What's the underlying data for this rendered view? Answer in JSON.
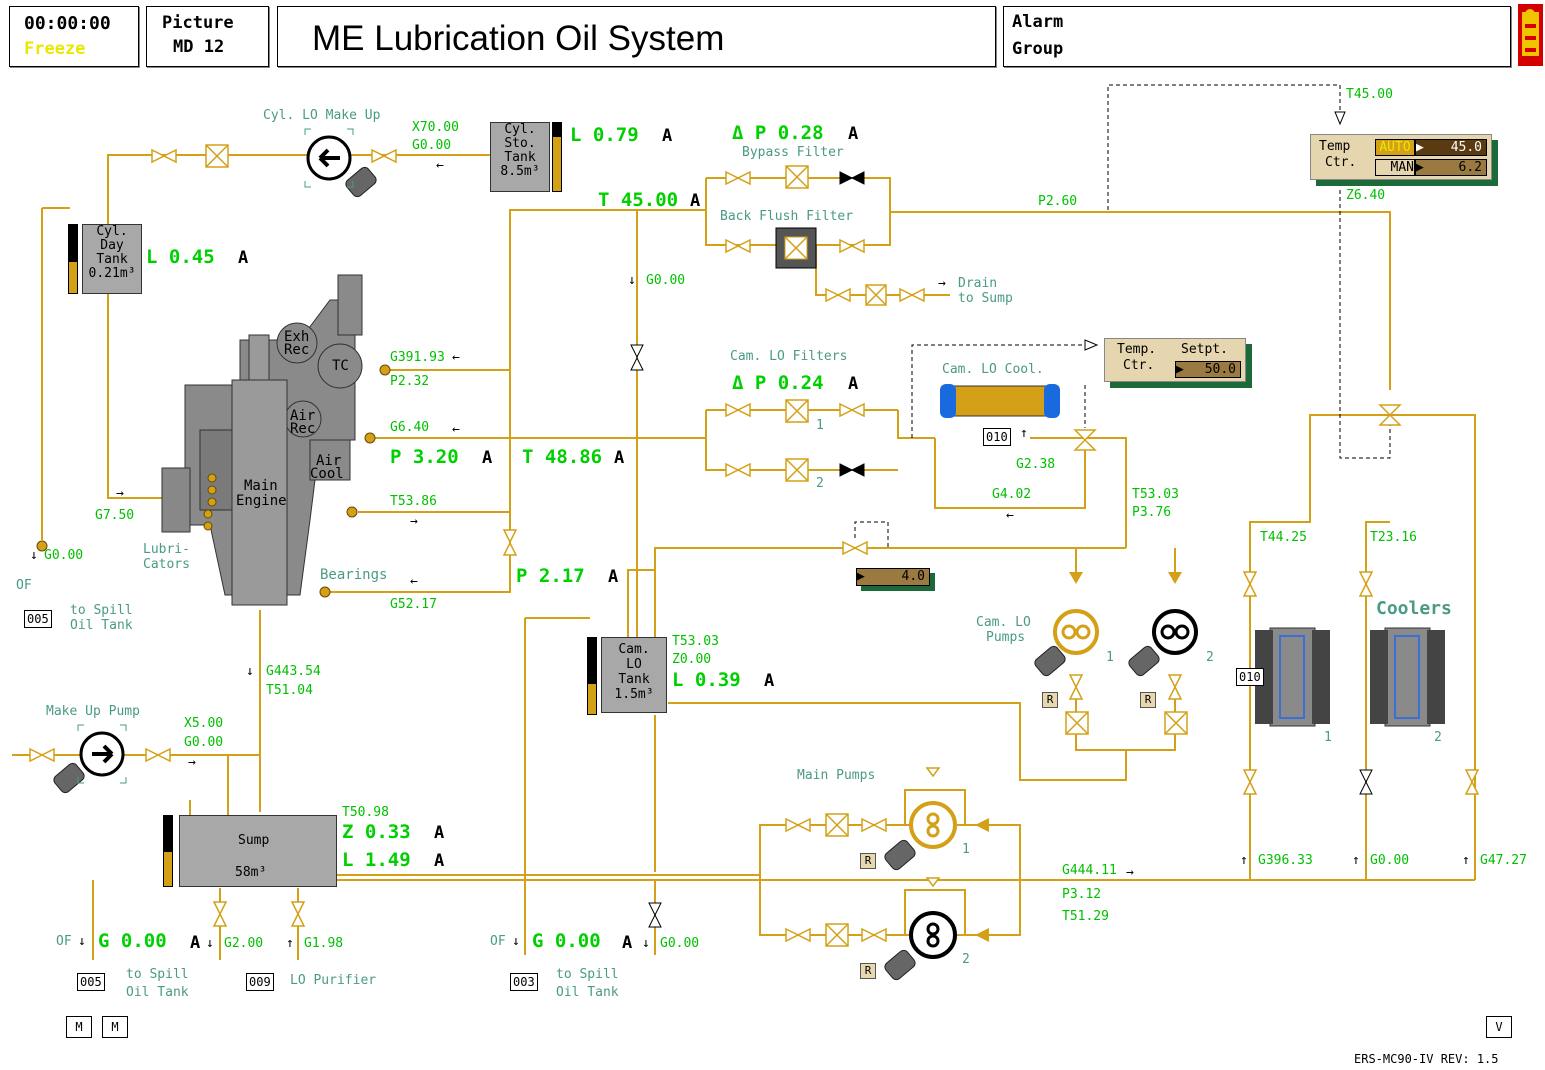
{
  "header": {
    "clock": "00:00:00",
    "freeze": "Freeze",
    "picture_label": "Picture",
    "picture_id": "MD 12",
    "title": "ME Lubrication Oil System",
    "alarm_line1": "Alarm",
    "alarm_line2": "Group",
    "logo_icon": "crest-icon"
  },
  "colors": {
    "pipe": "#d4a017",
    "value": "#00d000",
    "label": "#4a9a86",
    "shadow": "#1c6a3a"
  },
  "cyl_lo": {
    "makeup_label": "Cyl. LO Make Up",
    "makeup_x": "X70.00",
    "makeup_g": "G0.00",
    "sto_tank": [
      "Cyl.",
      "Sto.",
      "Tank",
      "8.5m³"
    ],
    "sto_level": "L 0.79",
    "sto_level_frac": 0.79,
    "sto_flag": "A",
    "day_tank": [
      "Cyl.",
      "Day",
      "Tank",
      "0.21m³"
    ],
    "day_level": "L 0.45",
    "day_level_frac": 0.45,
    "day_flag": "A",
    "lubricators_g": "G7.50",
    "lubricators_label1": "Lubri-",
    "lubricators_label2": "Cators",
    "day_drain_g": "G0.00",
    "of": "OF",
    "spill_id": "005",
    "spill_label1": "to Spill",
    "spill_label2": "Oil Tank"
  },
  "filters": {
    "dp": "Δ P 0.28",
    "dp_flag": "A",
    "bypass_label": "Bypass Filter",
    "back_flush_label": "Back Flush Filter",
    "t_in": "T 45.00",
    "t_in_flag": "A",
    "p_out": "P2.60",
    "g_drop": "G0.00",
    "drain_label1": "Drain",
    "drain_label2": "to Sump"
  },
  "temp_ctr_main": {
    "setpoint_tag": "T45.00",
    "label1": "Temp",
    "label2": "Ctr.",
    "auto_label": "AUTO",
    "auto_value": "45.0",
    "man_label": "MAN",
    "man_value": "6.2",
    "z": "Z6.40"
  },
  "engine": {
    "label1": "Main",
    "label2": "Engine",
    "tc": "TC",
    "exh1": "Exh",
    "exh2": "Rec",
    "air1": "Air",
    "air2": "Rec",
    "cool1": "Air",
    "cool2": "Cool",
    "tc_g": "G391.93",
    "tc_p": "P2.32",
    "inlet_g": "G6.40",
    "inlet_p": "P 3.20",
    "inlet_p_flag": "A",
    "inlet_t": "T 48.86",
    "inlet_t_flag": "A",
    "outlet_t": "T53.86",
    "bearings_label": "Bearings",
    "bearings_g": "G52.17",
    "bearings_p": "P 2.17",
    "bearings_p_flag": "A",
    "sump_g": "G443.54",
    "sump_t": "T51.04"
  },
  "cam": {
    "filters_label": "Cam. LO Filters",
    "filters_dp": "Δ P 0.24",
    "filters_flag": "A",
    "filter1": "1",
    "filter2": "2",
    "cooler_label": "Cam. LO Cool.",
    "cooler_id": "010",
    "ctr_label1": "Temp.",
    "ctr_label2": "Ctr.",
    "setpt_label": "Setpt.",
    "setpt_value": "50.0",
    "cooler_g": "G2.38",
    "bypass_g": "G4.02",
    "t_after": "T53.03",
    "p_after": "P3.76",
    "valve_value": "4.0",
    "pumps_label1": "Cam. LO",
    "pumps_label2": "Pumps",
    "pump1": "1",
    "pump2": "2",
    "tank": [
      "Cam.",
      "LO",
      "Tank",
      "1.5m³"
    ],
    "tank_t": "T53.03",
    "tank_z": "Z0.00",
    "tank_level": "L 0.39",
    "tank_level_frac": 0.39,
    "tank_flag": "A",
    "drain_of": "OF",
    "drain_g": "G 0.00",
    "drain_flag": "A",
    "drain_g2": "G0.00",
    "spill_id": "003",
    "spill_label1": "to Spill",
    "spill_label2": "Oil Tank",
    "r": "R"
  },
  "makeup_pump": {
    "label": "Make Up Pump",
    "x": "X5.00",
    "g": "G0.00"
  },
  "sump": {
    "label": "Sump",
    "volume": "58m³",
    "t": "T50.98",
    "z": "Z 0.33",
    "z_flag": "A",
    "level": "L 1.49",
    "level_frac": 0.49,
    "level_flag": "A",
    "drain_of": "OF",
    "drain_g": "G 0.00",
    "drain_flag": "A",
    "purifier_out_g": "G2.00",
    "purifier_in_g": "G1.98",
    "spill_id": "005",
    "spill_label1": "to Spill",
    "spill_label2": "Oil Tank",
    "purifier_id": "009",
    "purifier_label": "LO Purifier"
  },
  "main_pumps": {
    "label": "Main Pumps",
    "pump1": "1",
    "pump2": "2",
    "g": "G444.11",
    "p": "P3.12",
    "t": "T51.29",
    "r": "R"
  },
  "coolers": {
    "label": "Coolers",
    "t_left": "T44.25",
    "t_right": "T23.16",
    "id": "010",
    "c1": "1",
    "c2": "2",
    "g1": "G396.33",
    "g2": "G0.00",
    "g3": "G47.27"
  },
  "footer": {
    "m1": "M",
    "m2": "M",
    "v": "V",
    "version": "ERS-MC90-IV  REV: 1.5"
  }
}
